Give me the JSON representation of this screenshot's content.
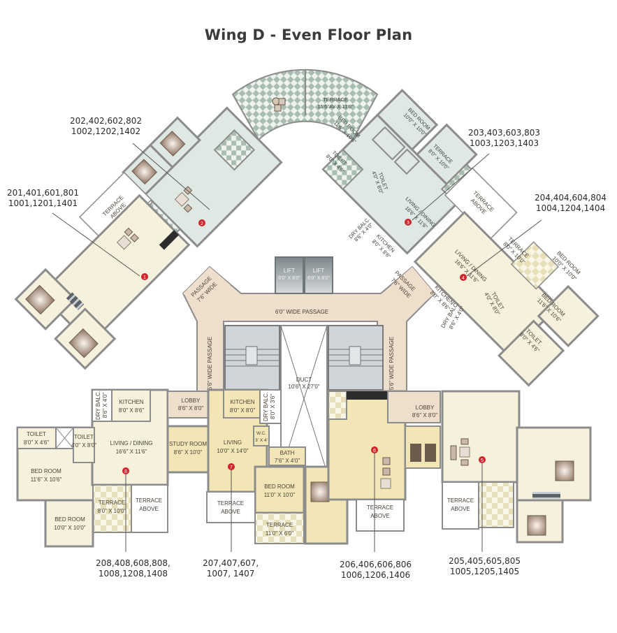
{
  "title": "Wing D - Even Floor Plan",
  "colors": {
    "cream": "#f6f1dc",
    "yellow": "#f3e6b6",
    "mint": "#dfe8e2",
    "passage": "#eedfcc",
    "wall": "#8c8c8c",
    "checker": "#a9bdb1",
    "marker": "#d3232a",
    "lift": "#9aa3a6"
  },
  "unit_labels": [
    {
      "id": "u202",
      "line1": "202,402,602,802",
      "line2": "1002,1202,1402"
    },
    {
      "id": "u201",
      "line1": "201,401,601,801",
      "line2": "1001,1201,1401"
    },
    {
      "id": "u203",
      "line1": "203,403,603,803",
      "line2": "1003,1203,1403"
    },
    {
      "id": "u204",
      "line1": "204,404,604,804",
      "line2": "1004,1204,1404"
    },
    {
      "id": "u208",
      "line1": "208,408,608,808,",
      "line2": "1008,1208,1408"
    },
    {
      "id": "u207",
      "line1": "207,407,607,",
      "line2": "1007, 1407"
    },
    {
      "id": "u206",
      "line1": "206,406,606,806",
      "line2": "1006,1206,1406"
    },
    {
      "id": "u205",
      "line1": "205,405,605,805",
      "line2": "1005,1205,1405"
    }
  ],
  "markers": [
    "1",
    "2",
    "3",
    "4",
    "5",
    "6",
    "7",
    "8"
  ],
  "core": {
    "lift1": {
      "name": "LIFT",
      "size": "6'0\" X 8'0\""
    },
    "lift2": {
      "name": "LIFT",
      "size": "6'0\" X 8'0\""
    },
    "passage_main": "6'0\" WIDE PASSAGE",
    "passage_left": "5'6\" WIDE PASSAGE",
    "passage_right": "5'6\" WIDE PASSAGE",
    "passage_diag_left": {
      "name": "PASSAGE",
      "size": "7'6\" WIDE"
    },
    "passage_diag_right": {
      "name": "PASSAGE",
      "size": "7'6\" WIDE"
    },
    "duct": {
      "name": "DUCT",
      "size": "10'6\" X 27'0\""
    },
    "lobby_left": {
      "name": "LOBBY",
      "size": "8'6\" X 8'0\""
    },
    "lobby_right": {
      "name": "LOBBY",
      "size": "8'6\" X 8'0\""
    }
  },
  "top_terrace": {
    "name": "TERRACE",
    "size": "15'6\"AV X 11'6\""
  },
  "rooms": {
    "u3_bed1": {
      "name": "BED ROOM",
      "size": "10'0\" X 10'0\""
    },
    "u3_bed2": {
      "name": "BED ROOM",
      "size": "11'6\" X 10'6\""
    },
    "u3_toilet1": {
      "name": "TOILET",
      "size": "8'0\" X 4'6\""
    },
    "u3_toilet2": {
      "name": "TOILET",
      "size": "4'0\" X 8'0\""
    },
    "u3_terrace": {
      "name": "TERRACE",
      "size": "8'0\" X 10'0\""
    },
    "u3_living": {
      "name": "LIVING / DINING",
      "size": "16'6\" X 11'6\""
    },
    "u3_drybalc": {
      "name": "DRY BALC.",
      "size": "8'6\" X 4'0\""
    },
    "u3_kitchen": {
      "name": "KITCHEN",
      "size": "8'0\" X 8'6\""
    },
    "terrace_above_r": {
      "name": "TERRACE",
      "size": "ABOVE"
    },
    "terrace_above_l": {
      "name": "TERRACE",
      "size": "ABOVE"
    },
    "u4_terrace": {
      "name": "TERRACE",
      "size": "8'0\" X 10'0\""
    },
    "u4_bed1": {
      "name": "BED ROOM",
      "size": "10'0\" X 10'0\""
    },
    "u4_living": {
      "name": "LIVING / DINING",
      "size": "16'6\" X 11'6\""
    },
    "u4_kitchen": {
      "name": "KITCHEN",
      "size": "8'0\" X 8'6\""
    },
    "u4_drybalc": {
      "name": "DRY BALC.",
      "size": "8'6\" X 4'0\""
    },
    "u4_toilet1": {
      "name": "TOILET",
      "size": "4'0\" X 8'0\""
    },
    "u4_bed2": {
      "name": "BED ROOM",
      "size": "11'6\" X 10'6\""
    },
    "u4_toilet2": {
      "name": "TOILET",
      "size": "8'0\" X 4'6\""
    },
    "u8_drybalc": {
      "name": "DRY BALC.",
      "size": "8'6\" X 4'0\""
    },
    "u8_kitchen": {
      "name": "KITCHEN",
      "size": "8'0\" X 8'6\""
    },
    "u8_toilet1": {
      "name": "TOILET",
      "size": "8'0\" X 4'6\""
    },
    "u8_toilet2": {
      "name": "TOILET",
      "size": "4'0\" X 8'0\""
    },
    "u8_living": {
      "name": "LIVING / DINING",
      "size": "16'6\" X 11'6\""
    },
    "u8_bed1": {
      "name": "BED ROOM",
      "size": "11'6\" X 10'6\""
    },
    "u8_terrace": {
      "name": "TERRACE",
      "size": "8'0\" X 10'0\""
    },
    "u8_terrace_above": {
      "name": "TERRACE",
      "size": "ABOVE"
    },
    "u8_bed2": {
      "name": "BED ROOM",
      "size": "10'0\" X 10'0\""
    },
    "u7_study": {
      "name": "STUDY ROOM",
      "size": "8'6\" X 10'0\""
    },
    "u7_kitchen": {
      "name": "KITCHEN",
      "size": "8'0\" X 8'0\""
    },
    "u7_drybalc": {
      "name": "DRY BALC.",
      "size": "8'0\" X 3'6\""
    },
    "u7_living": {
      "name": "LIVING",
      "size": "10'0\" X 14'0\""
    },
    "u7_wc": {
      "name": "W.C.",
      "size": "3' X 4'"
    },
    "u7_bath": {
      "name": "BATH",
      "size": "7'6\" X 4'0\""
    },
    "u7_bed": {
      "name": "BED ROOM",
      "size": "11'0\" X 10'0\""
    },
    "u7_terrace_above": {
      "name": "TERRACE",
      "size": "ABOVE"
    },
    "u7_terrace": {
      "name": "TERRACE",
      "size": "11'0\" X 6'0\""
    },
    "u6_terrace_above": {
      "name": "TERRACE",
      "size": "ABOVE"
    },
    "u5_terrace_above": {
      "name": "TERRACE",
      "size": "ABOVE"
    }
  }
}
